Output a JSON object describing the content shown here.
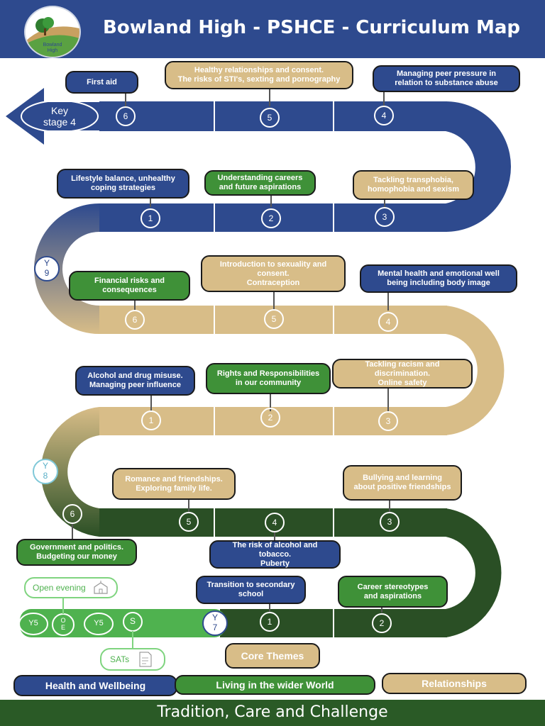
{
  "header": {
    "title": "Bowland High - PSHCE - Curriculum Map",
    "logo_line1": "Bowland",
    "logo_line2": "High"
  },
  "key_stage": "Key\nstage 4",
  "years": {
    "y9": "Y\n9",
    "y8": "Y\n8",
    "y7": "Y\n7"
  },
  "steps": {
    "n1": "1",
    "n2": "2",
    "n3": "3",
    "n4": "4",
    "n5": "5",
    "n6": "6"
  },
  "topics": {
    "y10_6": "First aid",
    "y10_5": "Healthy relationships and consent.\nThe risks of STI's, sexting and pornography",
    "y10_4": "Managing peer pressure in\nrelation to substance abuse",
    "y9_1": "Lifestyle balance, unhealthy\ncoping strategies",
    "y9_2": "Understanding careers\nand future aspirations",
    "y9_3": "Tackling transphobia,\nhomophobia and sexism",
    "y9_6": "Financial risks and\nconsequences",
    "y9_5": "Introduction to sexuality and\nconsent.\nContraception",
    "y9_4": "Mental health and emotional well\nbeing including body image",
    "y8_1": "Alcohol and drug misuse.\nManaging peer influence",
    "y8_2": "Rights and Responsibilities\nin our community",
    "y8_3": "Tackling racism and\ndiscrimination.\nOnline safety",
    "y8_5": "Romance and friendships.\nExploring family life.",
    "y8_3b": "Bullying and learning\nabout positive friendships",
    "y8_6": "Government and politics.\nBudgeting our money",
    "y7_4": "The risk of alcohol and\ntobacco.\nPuberty",
    "y7_1": "Transition to secondary\nschool",
    "y7_2": "Career stereotypes\nand aspirations"
  },
  "transition": {
    "open_evening": "Open evening",
    "oe": "O\nE",
    "y5": "Y5",
    "s": "S",
    "sats": "SATs"
  },
  "legend": {
    "core": "Core Themes",
    "health": "Health and Wellbeing",
    "wider": "Living in the wider World",
    "relationships": "Relationships"
  },
  "footer": "Tradition, Care and Challenge",
  "colors": {
    "navy": "#2e4a8e",
    "gold": "#d8bd88",
    "dark_green": "#2a4f25",
    "green": "#3f9138",
    "light_green": "#4fb24f"
  }
}
